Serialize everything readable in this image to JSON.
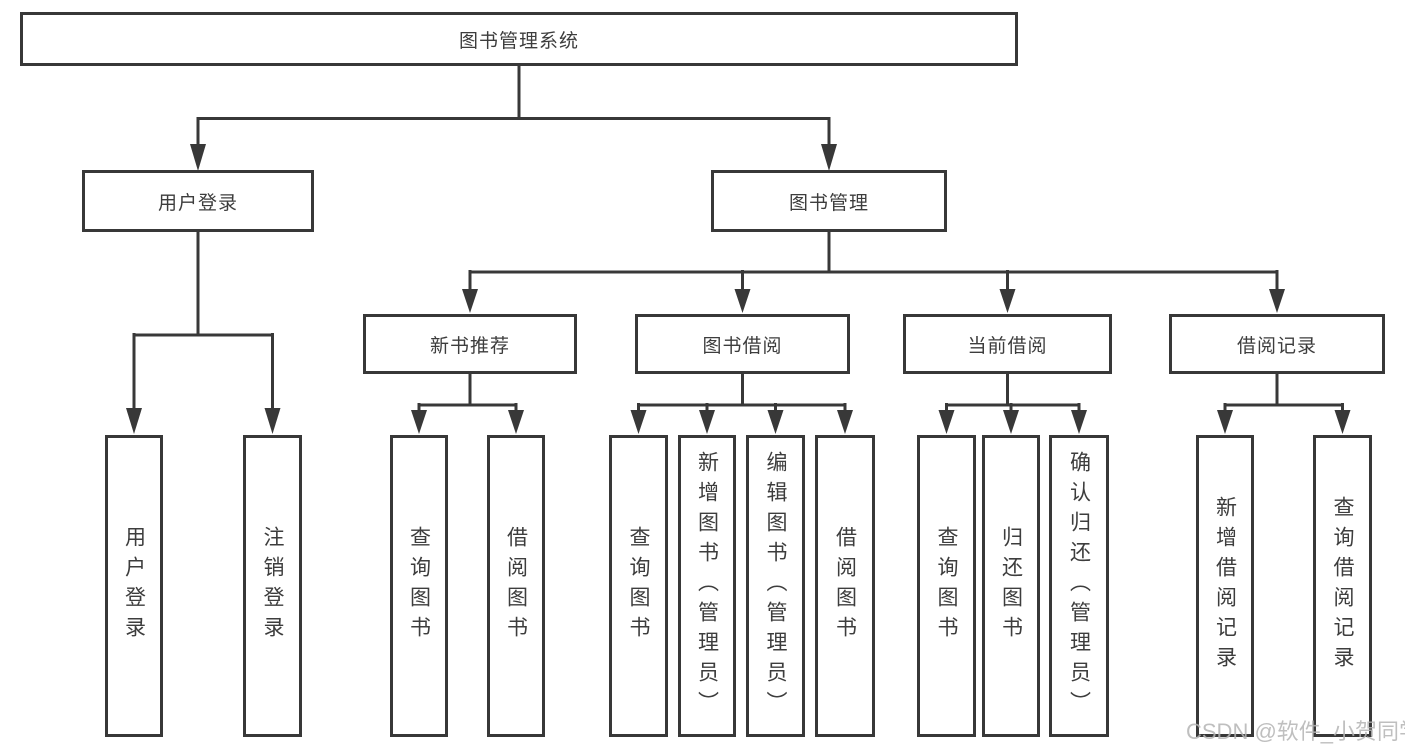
{
  "diagram": {
    "type": "hierarchy-tree",
    "colors": {
      "line": "#383838",
      "text": "#3d3d3d",
      "background": "#ffffff",
      "watermark": "#b5b5b5"
    },
    "tree": {
      "label": "图书管理系统",
      "children": [
        {
          "label": "用户登录",
          "children": [
            {
              "label": "用户登录"
            },
            {
              "label": "注销登录"
            }
          ]
        },
        {
          "label": "图书管理",
          "children": [
            {
              "label": "新书推荐",
              "children": [
                {
                  "label": "查询图书"
                },
                {
                  "label": "借阅图书"
                }
              ]
            },
            {
              "label": "图书借阅",
              "children": [
                {
                  "label": "查询图书"
                },
                {
                  "label": "新增图书（管理员）"
                },
                {
                  "label": "编辑图书（管理员）"
                },
                {
                  "label": "借阅图书"
                }
              ]
            },
            {
              "label": "当前借阅",
              "children": [
                {
                  "label": "查询图书"
                },
                {
                  "label": "归还图书"
                },
                {
                  "label": "确认归还（管理员）"
                }
              ]
            },
            {
              "label": "借阅记录",
              "children": [
                {
                  "label": "新增借阅记录"
                },
                {
                  "label": "查询借阅记录"
                }
              ]
            }
          ]
        }
      ]
    },
    "watermark": {
      "text": "CSDN @软件_小贺同学"
    }
  }
}
